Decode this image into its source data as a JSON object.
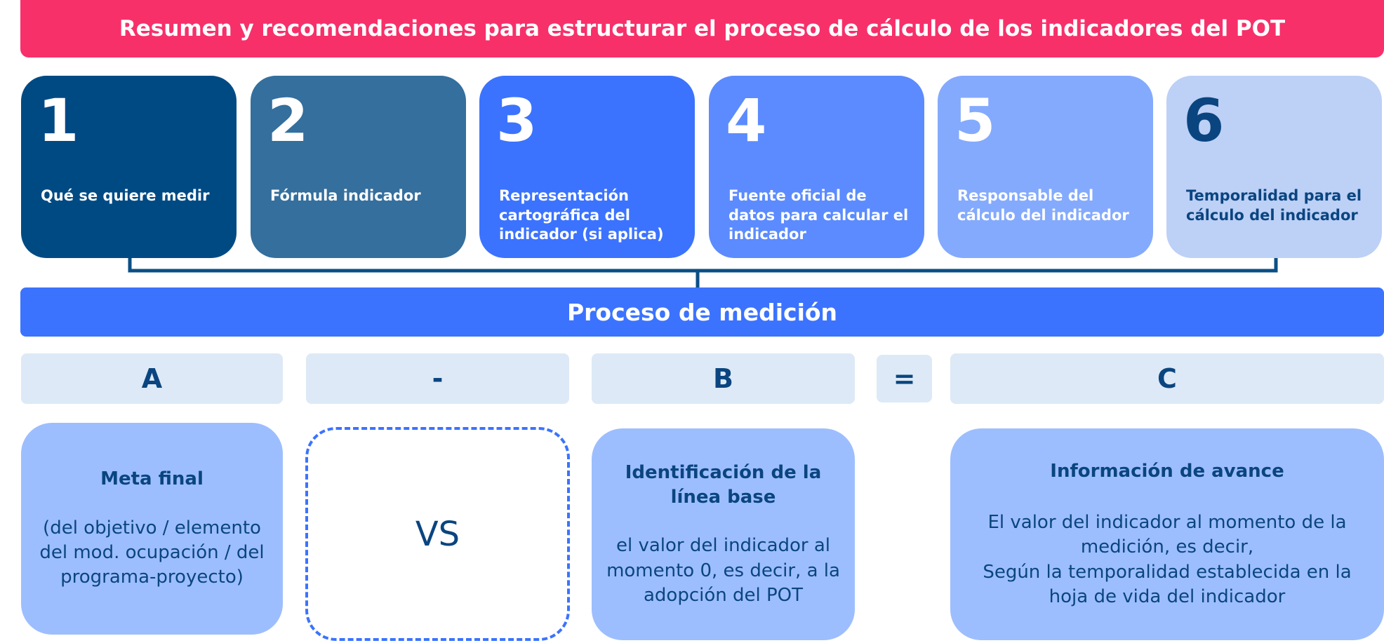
{
  "title": "Resumen y recomendaciones para estructurar el proceso de cálculo de los indicadores del POT",
  "steps": [
    {
      "num": "1",
      "label": "Qué se quiere medir"
    },
    {
      "num": "2",
      "label": "Fórmula indicador"
    },
    {
      "num": "3",
      "label": "Representación cartográfica del indicador (si aplica)"
    },
    {
      "num": "4",
      "label": "Fuente oficial de datos para calcular el indicador"
    },
    {
      "num": "5",
      "label": "Responsable del cálculo del indicador"
    },
    {
      "num": "6",
      "label": "Temporalidad para el cálculo del indicador"
    }
  ],
  "process_label": "Proceso de medición",
  "operators": {
    "a": "A",
    "minus": "-",
    "b": "B",
    "equals": "=",
    "c": "C"
  },
  "cards": {
    "a": {
      "title": "Meta final",
      "desc": "(del objetivo / elemento del mod. ocupación / del programa-proyecto)"
    },
    "vs": "VS",
    "b": {
      "title": "Identificación de la línea base",
      "desc": "el valor del indicador al momento 0, es decir, a la adopción del POT"
    },
    "c": {
      "title": "Información de avance",
      "desc1": "El valor del indicador al momento de la medición, es decir,",
      "desc2": "Según la temporalidad establecida en la hoja de vida del indicador"
    }
  },
  "colors": {
    "banner": "#f7306a",
    "navy": "#004a84",
    "blue": "#3b73ff",
    "light_card": "#9dbefe",
    "pale_box": "#dde9f6"
  }
}
